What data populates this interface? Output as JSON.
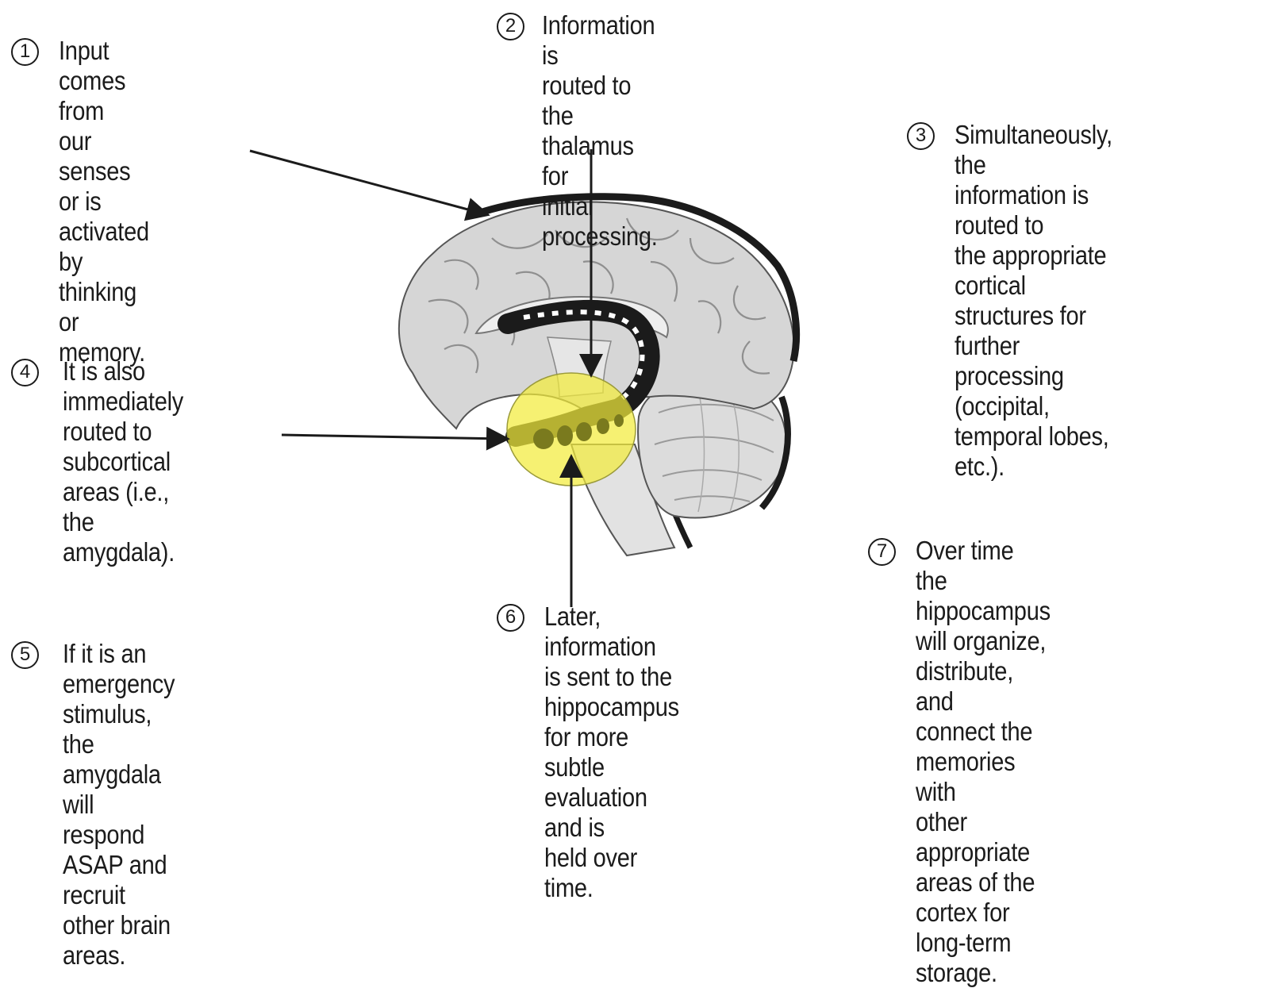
{
  "steps": [
    {
      "number": "1",
      "text": "Input comes from\nour senses or is\nactivated by thinking\nor memory."
    },
    {
      "number": "2",
      "text": "Information is\nrouted to the\nthalamus for\ninitial processing."
    },
    {
      "number": "3",
      "text": "Simultaneously, the\ninformation is routed to\nthe appropriate cortical\nstructures for further\nprocessing (occipital,\ntemporal lobes, etc.)."
    },
    {
      "number": "4",
      "text": "It is also immediately\nrouted to subcortical\nareas (i.e., the\namygdala)."
    },
    {
      "number": "5",
      "text": "If it is an emergency\nstimulus, the amygdala\nwill respond ASAP and\nrecruit other brain areas."
    },
    {
      "number": "6",
      "text": "Later, information\nis sent to the\nhippocampus\nfor more subtle\nevaluation and is\nheld over time."
    },
    {
      "number": "7",
      "text": "Over time the hippocampus\nwill organize, distribute, and\nconnect the memories with\nother appropriate areas of the\ncortex for long-term storage."
    }
  ],
  "colors": {
    "highlight": "#f2ec3c",
    "brain_fill": "#d6d6d6",
    "outline": "#1b1b1b"
  }
}
